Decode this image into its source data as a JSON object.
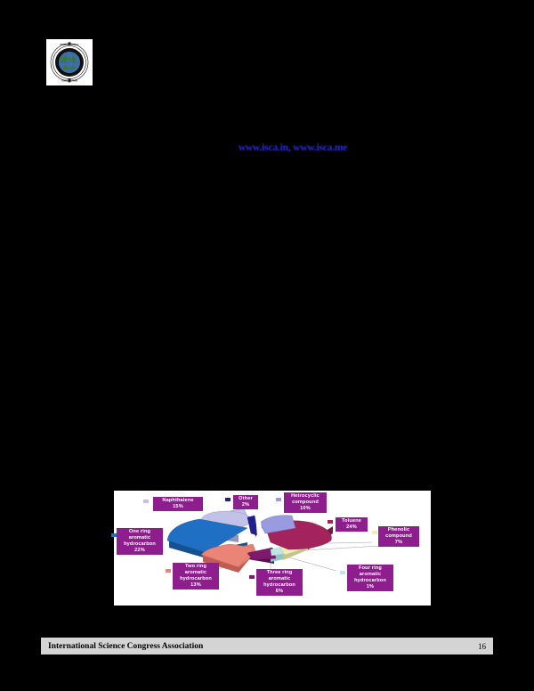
{
  "page": {
    "background_color": "#000000",
    "paper_color": "#ffffff"
  },
  "logo": {
    "name": "globe-emblem-logo",
    "alt": "International Science Congress Association globe emblem"
  },
  "url_line": {
    "text": "www.isca.in, www.isca.me",
    "color": "#2b2be0"
  },
  "footer": {
    "title": "International Science Congress Association",
    "page_number": "16"
  },
  "chart_data": {
    "type": "pie",
    "title": "",
    "subtitle": "",
    "xlabel": "",
    "ylabel": "",
    "legend_position": "callout-labels",
    "grid": false,
    "style": "exploded-3d-pie",
    "categories": [
      "Other",
      "Hetrocyclic compound",
      "Toluene",
      "Phenolic compound",
      "Four ring aromatic hydrocarbon",
      "Three ring aromatic hydrocarbon",
      "Two ring aromatic hydrocarbon",
      "One ring aromatic hydrocarbon",
      "Naphthalene"
    ],
    "values": [
      2,
      10,
      24,
      7,
      1,
      6,
      13,
      22,
      15
    ],
    "value_labels": [
      "2%",
      "10%",
      "24%",
      "7%",
      "1%",
      "6%",
      "13%",
      "22%",
      "15%"
    ],
    "colors": [
      "#1f1f8f",
      "#9a9ae0",
      "#a3245c",
      "#efefb4",
      "#bfe5e5",
      "#7d1a6e",
      "#e98477",
      "#1f6fc4",
      "#c2c2e8"
    ],
    "slices": [
      {
        "label": "Other",
        "value": 2,
        "value_label": "2%",
        "color": "#1f1f8f"
      },
      {
        "label": "Hetrocyclic compound",
        "value": 10,
        "value_label": "10%",
        "color": "#9a9ae0"
      },
      {
        "label": "Toluene",
        "value": 24,
        "value_label": "24%",
        "color": "#a3245c"
      },
      {
        "label": "Phenolic compound",
        "value": 7,
        "value_label": "7%",
        "color": "#efefb4"
      },
      {
        "label": "Four ring aromatic hydrocarbon",
        "value": 1,
        "value_label": "1%",
        "color": "#bfe5e5"
      },
      {
        "label": "Three ring aromatic hydrocarbon",
        "value": 6,
        "value_label": "6%",
        "color": "#7d1a6e"
      },
      {
        "label": "Two ring aromatic hydrocarbon",
        "value": 13,
        "value_label": "13%",
        "color": "#e98477"
      },
      {
        "label": "One ring aromatic hydrocarbon",
        "value": 22,
        "value_label": "22%",
        "color": "#1f6fc4"
      },
      {
        "label": "Naphthalene",
        "value": 15,
        "value_label": "15%",
        "color": "#c2c2e8"
      }
    ],
    "label_box_color": "#8e1d8e",
    "label_text_color": "#ffffff"
  },
  "callouts": {
    "naphthalene": {
      "line1": "Naphthalene",
      "line2": "15%"
    },
    "other": {
      "line1": "Other",
      "line2": "2%"
    },
    "hetrocyclic": {
      "line1": "Hetrocyclic",
      "line2": "compound",
      "line3": "10%"
    },
    "toluene": {
      "line1": "Toluene",
      "line2": "24%"
    },
    "phenolic": {
      "line1": "Phenolic",
      "line2": "compound",
      "line3": "7%"
    },
    "four_ring": {
      "line1": "Four ring",
      "line2": "aromatic",
      "line3": "hydrocarbon",
      "line4": "1%"
    },
    "three_ring": {
      "line1": "Three ring",
      "line2": "aromatic",
      "line3": "hydrocarbon",
      "line4": "6%"
    },
    "two_ring": {
      "line1": "Two ring",
      "line2": "aromatic",
      "line3": "hydrocarbon",
      "line4": "13%"
    },
    "one_ring": {
      "line1": "One ring",
      "line2": "aromatic",
      "line3": "hydrocarbon",
      "line4": "22%"
    }
  }
}
